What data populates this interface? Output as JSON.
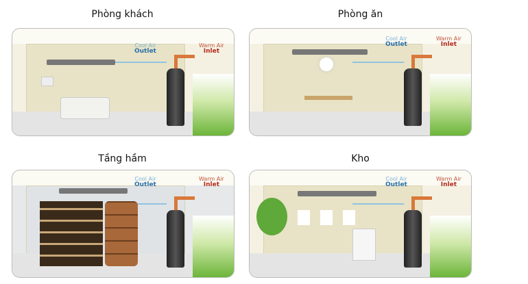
{
  "panels": [
    {
      "title": "Phòng khách",
      "cool_label": "Cool Air",
      "cool_outlet": "Outlet",
      "warm_label": "Warm Air",
      "warm_inlet": "Inlet"
    },
    {
      "title": "Phòng ăn",
      "cool_label": "Cool Air",
      "cool_outlet": "Outlet",
      "warm_label": "Warm Air",
      "warm_inlet": "Inlet"
    },
    {
      "title": "Tầng hầm",
      "cool_label": "Cool Air",
      "cool_outlet": "Outlet",
      "warm_label": "Warm Air",
      "warm_inlet": "Inlet"
    },
    {
      "title": "Kho",
      "cool_label": "Cool Air",
      "cool_outlet": "Outlet",
      "warm_label": "Warm Air",
      "warm_inlet": "Inlet"
    }
  ]
}
